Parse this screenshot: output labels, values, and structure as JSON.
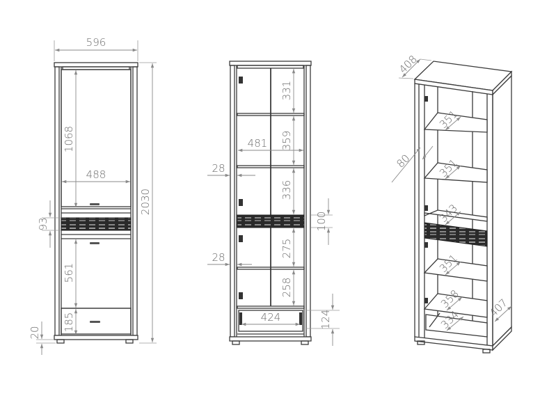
{
  "drawing": {
    "title": "Cabinet technical drawing",
    "units": "mm",
    "colors": {
      "outline": "#3a3a3a",
      "dimension": "#8a8a8a",
      "text": "#6a6a6a",
      "background": "#ffffff"
    }
  },
  "front_view": {
    "overall_width": "596",
    "overall_height": "2030",
    "inner_width": "488",
    "upper_door_height": "1068",
    "decor_panel_height": "93",
    "lower_door_height": "561",
    "drawer_height": "185",
    "plinth_height": "20"
  },
  "open_view": {
    "shelf_1_height": "331",
    "shelf_2_height": "359",
    "inner_width": "481",
    "side_thickness_upper": "28",
    "shelf_3_height": "336",
    "decor_panel_height": "100",
    "shelf_4_height": "275",
    "side_thickness_lower": "28",
    "shelf_5_height": "258",
    "drawer_inner_width": "424",
    "drawer_height": "124"
  },
  "iso_view": {
    "top_depth": "408",
    "door_inset": "80",
    "shelf_1_depth": "351",
    "shelf_2_depth": "351",
    "shelf_3_depth": "343",
    "shelf_4_depth": "351",
    "shelf_5_depth": "358",
    "drawer_depth": "334",
    "side_depth": "407"
  }
}
